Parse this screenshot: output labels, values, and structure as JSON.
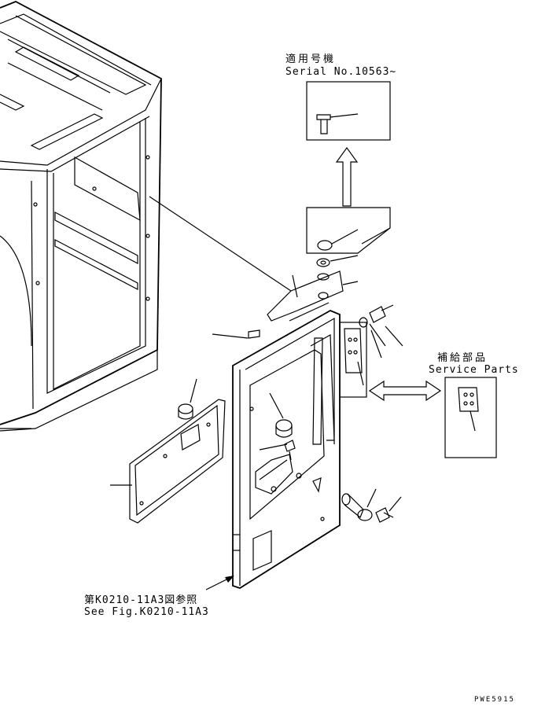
{
  "labels": {
    "serial_jp": "適用号機",
    "serial_en": "Serial No.10563~",
    "service_jp": "補給部品",
    "service_en": "Service Parts",
    "ref_jp": "第K0210-11A3図参照",
    "ref_en": "See Fig.K0210-11A3",
    "code": "PWE5915"
  }
}
